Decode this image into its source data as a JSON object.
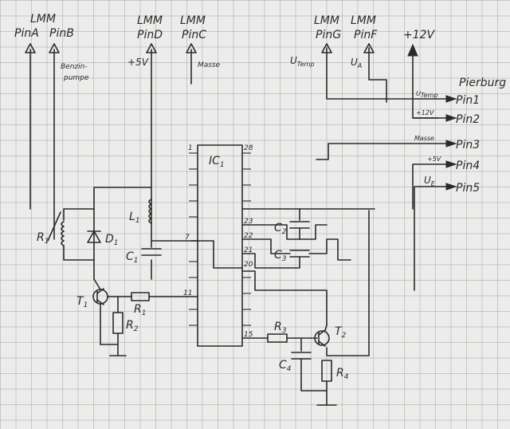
{
  "labels": {
    "lmm": "LMM",
    "pin_a": "PinA",
    "pin_b": "PinB",
    "benzin_1": "Benzin-",
    "benzin_2": "pumpe",
    "pin_d": "PinD",
    "pin_c": "PinC",
    "plus5v": "+5V",
    "masse": "Masse",
    "pin_g": "PinG",
    "pin_f": "PinF",
    "u_temp": "U",
    "u_temp_sub": "Temp",
    "u_a": "U",
    "u_a_sub": "A",
    "plus12v": "+12V",
    "pierburg": "Pierburg",
    "ic1": "IC",
    "ic1_sub": "1",
    "pin1_ic": "1",
    "pin28_ic": "28",
    "pin7": "7",
    "pin11": "11",
    "pin15": "15",
    "pin23": "23",
    "pin22": "22",
    "pin21": "21",
    "pin20": "20",
    "l1": "L",
    "l1_sub": "1",
    "d1": "D",
    "d1_sub": "1",
    "c1": "C",
    "c1_sub": "1",
    "c2": "C",
    "c2_sub": "2",
    "c3": "C",
    "c3_sub": "3",
    "c4": "C",
    "c4_sub": "4",
    "r1": "R",
    "r1_sub": "1",
    "r2": "R",
    "r2_sub": "2",
    "r3": "R",
    "r3_sub": "3",
    "r4": "R",
    "r4_sub": "4",
    "rel": "R",
    "rel_sub": "1",
    "t1": "T",
    "t1_sub": "1",
    "t2": "T",
    "t2_sub": "2",
    "p_pin1": "Pin1",
    "p_pin2": "Pin2",
    "p_pin3": "Pin3",
    "p_pin4": "Pin4",
    "p_pin5": "Pin5",
    "w_utemp": "U",
    "w_utemp_sub": "Temp",
    "w_12v": "+12V",
    "w_masse": "Masse",
    "w_5v": "+5V",
    "w_ue": "U",
    "w_ue_sub": "E"
  }
}
